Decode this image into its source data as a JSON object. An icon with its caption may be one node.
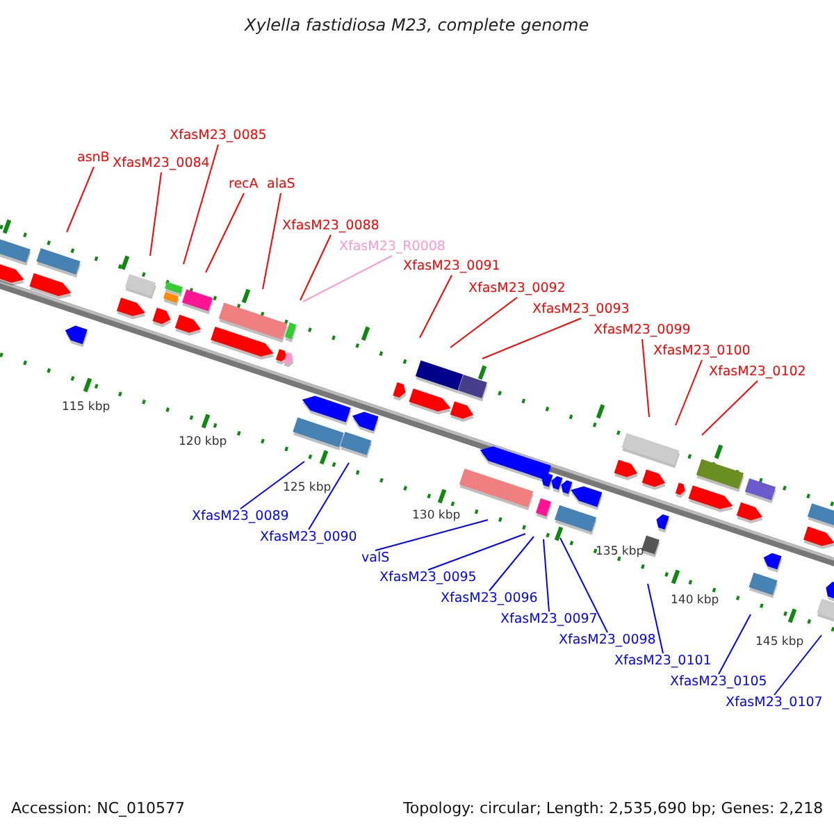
{
  "diagram": {
    "title": "Xylella fastidiosa M23, complete genome",
    "nodes": [
      {
        "text": [
          "asnB"
        ]
      },
      {
        "text": [
          "XfasM23_0084"
        ]
      },
      {
        "text": [
          "XfasM23_0085"
        ]
      },
      {
        "text": [
          "recA"
        ]
      },
      {
        "text": [
          "alaS"
        ]
      },
      {
        "text": [
          "XfasM23_0088"
        ]
      },
      {
        "text": [
          "XfasM23_R0008"
        ]
      },
      {
        "text": [
          "XfasM23_0091"
        ]
      },
      {
        "text": [
          "XfasM23_0092"
        ]
      },
      {
        "text": [
          "XfasM23_0093"
        ]
      },
      {
        "text": [
          "XfasM23_0099"
        ]
      },
      {
        "text": [
          "XfasM23_0100"
        ]
      },
      {
        "text": [
          "XfasM23_0102"
        ]
      },
      {
        "text": [
          "XfasM23_0089"
        ]
      },
      {
        "text": [
          "XfasM23_0090"
        ]
      },
      {
        "text": [
          "valS"
        ]
      },
      {
        "text": [
          "XfasM23_0095"
        ]
      },
      {
        "text": [
          "XfasM23_0096"
        ]
      },
      {
        "text": [
          "XfasM23_0097"
        ]
      },
      {
        "text": [
          "XfasM23_0098"
        ]
      },
      {
        "text": [
          "XfasM23_0101"
        ]
      },
      {
        "text": [
          "XfasM23_0105"
        ]
      },
      {
        "text": [
          "XfasM23_0107"
        ]
      }
    ],
    "edges": [
      {
        "from": 0,
        "to": null,
        "arrow": "none",
        "color": "#ff0000"
      },
      {
        "from": 1,
        "to": null,
        "arrow": "none",
        "color": "#ff0000"
      },
      {
        "from": 2,
        "to": null,
        "arrow": "none",
        "color": "#ff0000"
      },
      {
        "from": 3,
        "to": null,
        "arrow": "none",
        "color": "#ff0000"
      },
      {
        "from": 4,
        "to": null,
        "arrow": "none",
        "color": "#ff0000"
      },
      {
        "from": 5,
        "to": null,
        "arrow": "none",
        "color": "#ff0000"
      },
      {
        "from": 6,
        "to": null,
        "arrow": "none",
        "color": "#ff99cc"
      },
      {
        "from": 7,
        "to": null,
        "arrow": "none",
        "color": "#ff0000"
      },
      {
        "from": 8,
        "to": null,
        "arrow": "none",
        "color": "#ff0000"
      },
      {
        "from": 9,
        "to": null,
        "arrow": "none",
        "color": "#ff0000"
      },
      {
        "from": 10,
        "to": null,
        "arrow": "none",
        "color": "#ff0000"
      },
      {
        "from": 11,
        "to": null,
        "arrow": "none",
        "color": "#ff0000"
      },
      {
        "from": 12,
        "to": null,
        "arrow": "none",
        "color": "#ff0000"
      },
      {
        "from": 13,
        "to": null,
        "arrow": "none",
        "color": "#0000ff"
      },
      {
        "from": 14,
        "to": null,
        "arrow": "none",
        "color": "#0000ff"
      },
      {
        "from": 15,
        "to": null,
        "arrow": "none",
        "color": "#0000ff"
      },
      {
        "from": 16,
        "to": null,
        "arrow": "none",
        "color": "#0000ff"
      },
      {
        "from": 17,
        "to": null,
        "arrow": "none",
        "color": "#0000ff"
      },
      {
        "from": 18,
        "to": null,
        "arrow": "none",
        "color": "#0000ff"
      },
      {
        "from": 19,
        "to": null,
        "arrow": "none",
        "color": "#0000ff"
      },
      {
        "from": 20,
        "to": null,
        "arrow": "none",
        "color": "#0000ff"
      },
      {
        "from": 21,
        "to": null,
        "arrow": "none",
        "color": "#0000ff"
      },
      {
        "from": 22,
        "to": null,
        "arrow": "none",
        "color": "#0000ff"
      }
    ],
    "labels": [
      "115 kbp",
      "120 kbp",
      "125 kbp",
      "130 kbp",
      "135 kbp",
      "140 kbp",
      "145 kbp",
      "Accession: NC_010577",
      "Topology: circular; Length: 2,535,690 bp; Genes: 2,218"
    ]
  }
}
